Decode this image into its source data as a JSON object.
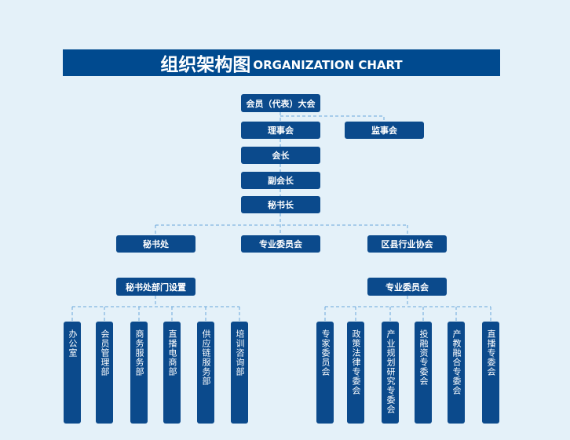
{
  "title": {
    "cn": "组织架构图",
    "en": "ORGANIZATION CHART"
  },
  "top": {
    "assembly": "会员（代表）大会",
    "council": "理事会",
    "supervisors": "监事会",
    "president": "会长",
    "vice_president": "副会长",
    "secretary_general": "秘书长"
  },
  "level3": {
    "secretariat": "秘书处",
    "committees": "专业委员会",
    "district": "区县行业协会"
  },
  "groups": {
    "secretariat_depts": "秘书处部门设置",
    "committees": "专业委员会"
  },
  "departments": [
    "办公室",
    "会员管理部",
    "商务服务部",
    "直播电商部",
    "供应链服务部",
    "培训咨询部"
  ],
  "committee_list": [
    "专家委员会",
    "政策法律专委会",
    "产业规划研究专委会",
    "投融资专委会",
    "产教融合专委会",
    "直播专委会"
  ]
}
